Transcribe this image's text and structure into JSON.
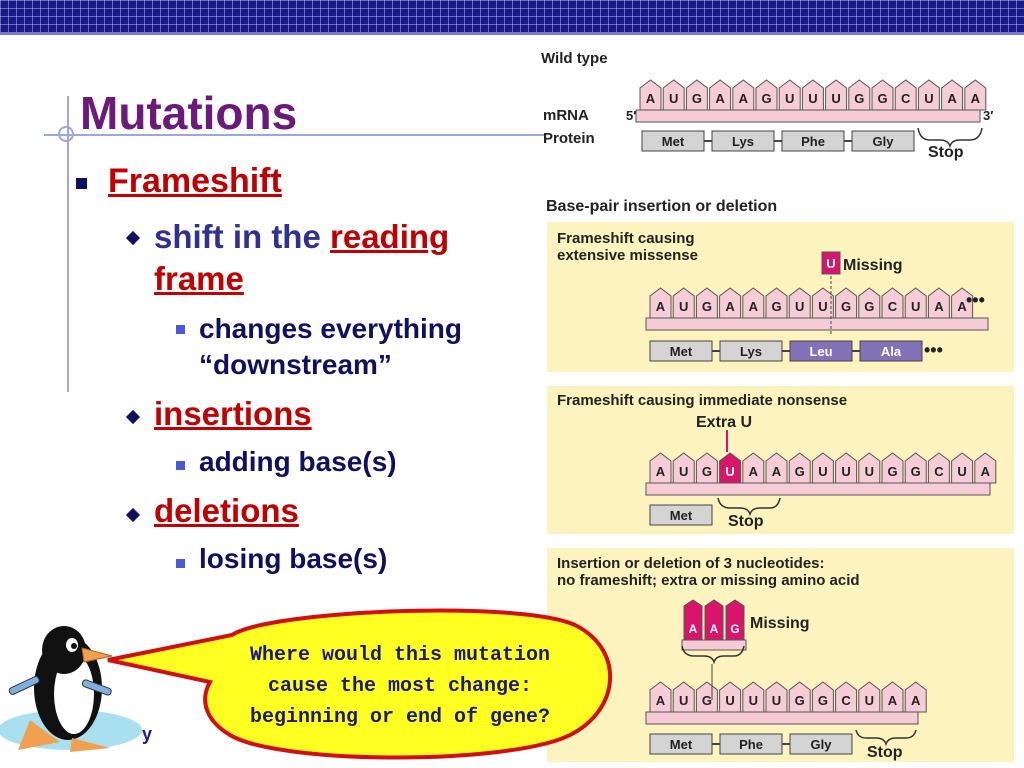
{
  "slide": {
    "title": "Mutations",
    "bullets": {
      "frameshift": "Frameshift",
      "shift_prefix": "shift in the",
      "reading": "reading",
      "frame": "frame",
      "changes_line1": "changes everything",
      "changes_line2": "“downstream”",
      "insertions": "insertions",
      "adding": "adding base(s)",
      "deletions": "deletions",
      "losing": "losing base(s)"
    },
    "callout": {
      "line1": "Where would this mutation",
      "line2": "cause the most change:",
      "line3": "beginning or end of gene?"
    },
    "partial_text": "y"
  },
  "diagram": {
    "wild_type_label": "Wild type",
    "mrna_label": "mRNA",
    "protein_label": "Protein",
    "five_prime": "5′",
    "three_prime": "3′",
    "stop_label": "Stop",
    "missing_label": "Missing",
    "extra_u_label": "Extra U",
    "ellipsis": "•••",
    "section_heading": "Base-pair insertion or deletion",
    "panel1_title": "Frameshift causing\nextensive missense",
    "panel2_title": "Frameshift causing immediate nonsense",
    "panel3_title": "Insertion or deletion of 3 nucleotides:\nno frameshift; extra or missing amino acid",
    "wild": {
      "bases": [
        "A",
        "U",
        "G",
        "A",
        "A",
        "G",
        "U",
        "U",
        "U",
        "G",
        "G",
        "C",
        "U",
        "A",
        "A"
      ],
      "proteins": [
        "Met",
        "Lys",
        "Phe",
        "Gly"
      ]
    },
    "p1": {
      "bases": [
        "A",
        "U",
        "G",
        "A",
        "A",
        "G",
        "U",
        "U",
        "G",
        "G",
        "C",
        "U",
        "A",
        "A"
      ],
      "missing_base": "U",
      "proteins": [
        "Met",
        "Lys",
        "Leu",
        "Ala"
      ]
    },
    "p2": {
      "bases": [
        "A",
        "U",
        "G",
        "U",
        "A",
        "A",
        "G",
        "U",
        "U",
        "U",
        "G",
        "G",
        "C",
        "U",
        "A"
      ],
      "proteins": [
        "Met"
      ]
    },
    "p3": {
      "bases": [
        "A",
        "U",
        "G",
        "U",
        "U",
        "U",
        "G",
        "G",
        "C",
        "U",
        "A",
        "A"
      ],
      "missing_bases": [
        "A",
        "A",
        "G"
      ],
      "proteins": [
        "Met",
        "Phe",
        "Gly"
      ]
    },
    "colors": {
      "base_fill": "#f6cdd6",
      "highlight_fill": "#d8156b",
      "mutant_protein_fill": "#8472b8",
      "normal_protein_fill": "#d4d4d4",
      "panel_fill": "#fdf3bf"
    }
  }
}
